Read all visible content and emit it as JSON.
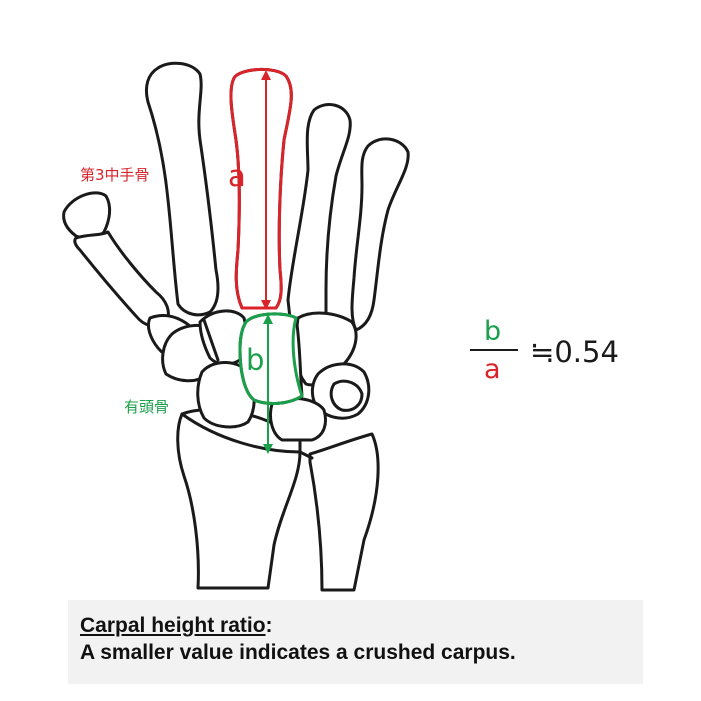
{
  "labels": {
    "third_metacarpal": "第3中手骨",
    "capitate": "有頭骨",
    "length_a": "a",
    "height_b": "b"
  },
  "ratio": {
    "numerator": "b",
    "denominator": "a",
    "approx_value": "≒0.54"
  },
  "caption": {
    "title": "Carpal height ratio",
    "title_suffix": ":",
    "body": "A smaller value indicates a crushed carpus."
  },
  "colors": {
    "metacarpal_highlight": "#d9242a",
    "capitate_highlight": "#1aa04a",
    "outline": "#1a1a1a",
    "caption_background": "#f2f2f2"
  }
}
